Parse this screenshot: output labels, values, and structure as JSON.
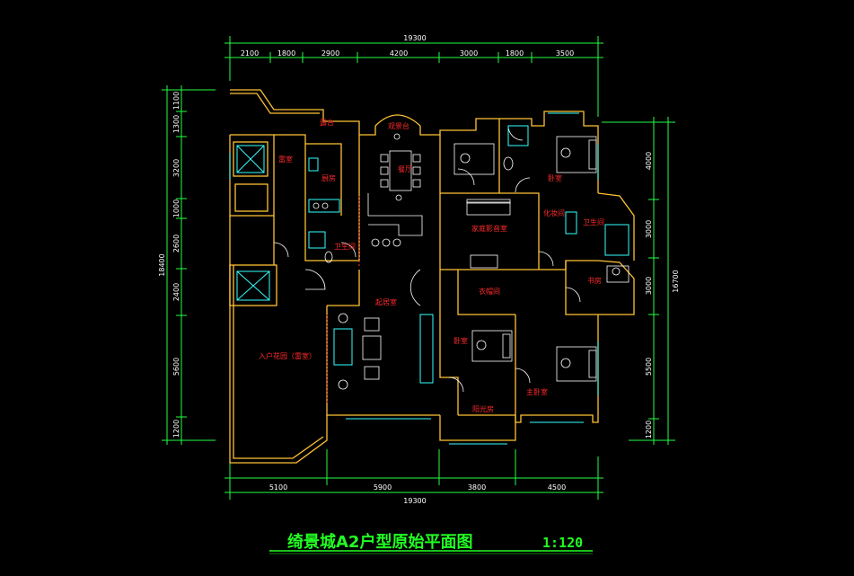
{
  "drawing": {
    "title": "绮景城A2户型原始平面图",
    "scale": "1:120",
    "colors": {
      "background": "#000000",
      "walls": "#ffc233",
      "dimensions": "#22ff44",
      "furniture": "#33ffff",
      "room_labels": "#ff2a2a",
      "title": "#22ff22"
    }
  },
  "dimensions": {
    "top_total": "19300",
    "top_segments": [
      "2100",
      "1800",
      "2900",
      "4200",
      "3000",
      "1800",
      "3500"
    ],
    "bottom_total": "19300",
    "bottom_segments": [
      "5100",
      "5900",
      "3800",
      "4500"
    ],
    "left_total": "18400",
    "left_segments": [
      "1100",
      "1300",
      "3200",
      "1000",
      "2600",
      "2400",
      "5600",
      "1200"
    ],
    "right_total": "16700",
    "right_segments": [
      "4000",
      "3000",
      "3000",
      "5500",
      "1200"
    ]
  },
  "rooms": {
    "balcony": "露台",
    "bay_window": "观景台",
    "study_top": "雷室",
    "kitchen": "厨房",
    "dining": "餐厅",
    "family_room": "家庭影音室",
    "bedroom_ne": "卧室",
    "dressing": "化妆间",
    "bathroom_e": "卫生间",
    "bathroom_w": "卫生间",
    "study_e": "书房",
    "living": "起居室",
    "closet": "衣帽间",
    "bedroom_s": "卧室",
    "entry_garden": "入户花园（雷室）",
    "sunroom": "阳光房",
    "master_bedroom": "主卧室"
  }
}
